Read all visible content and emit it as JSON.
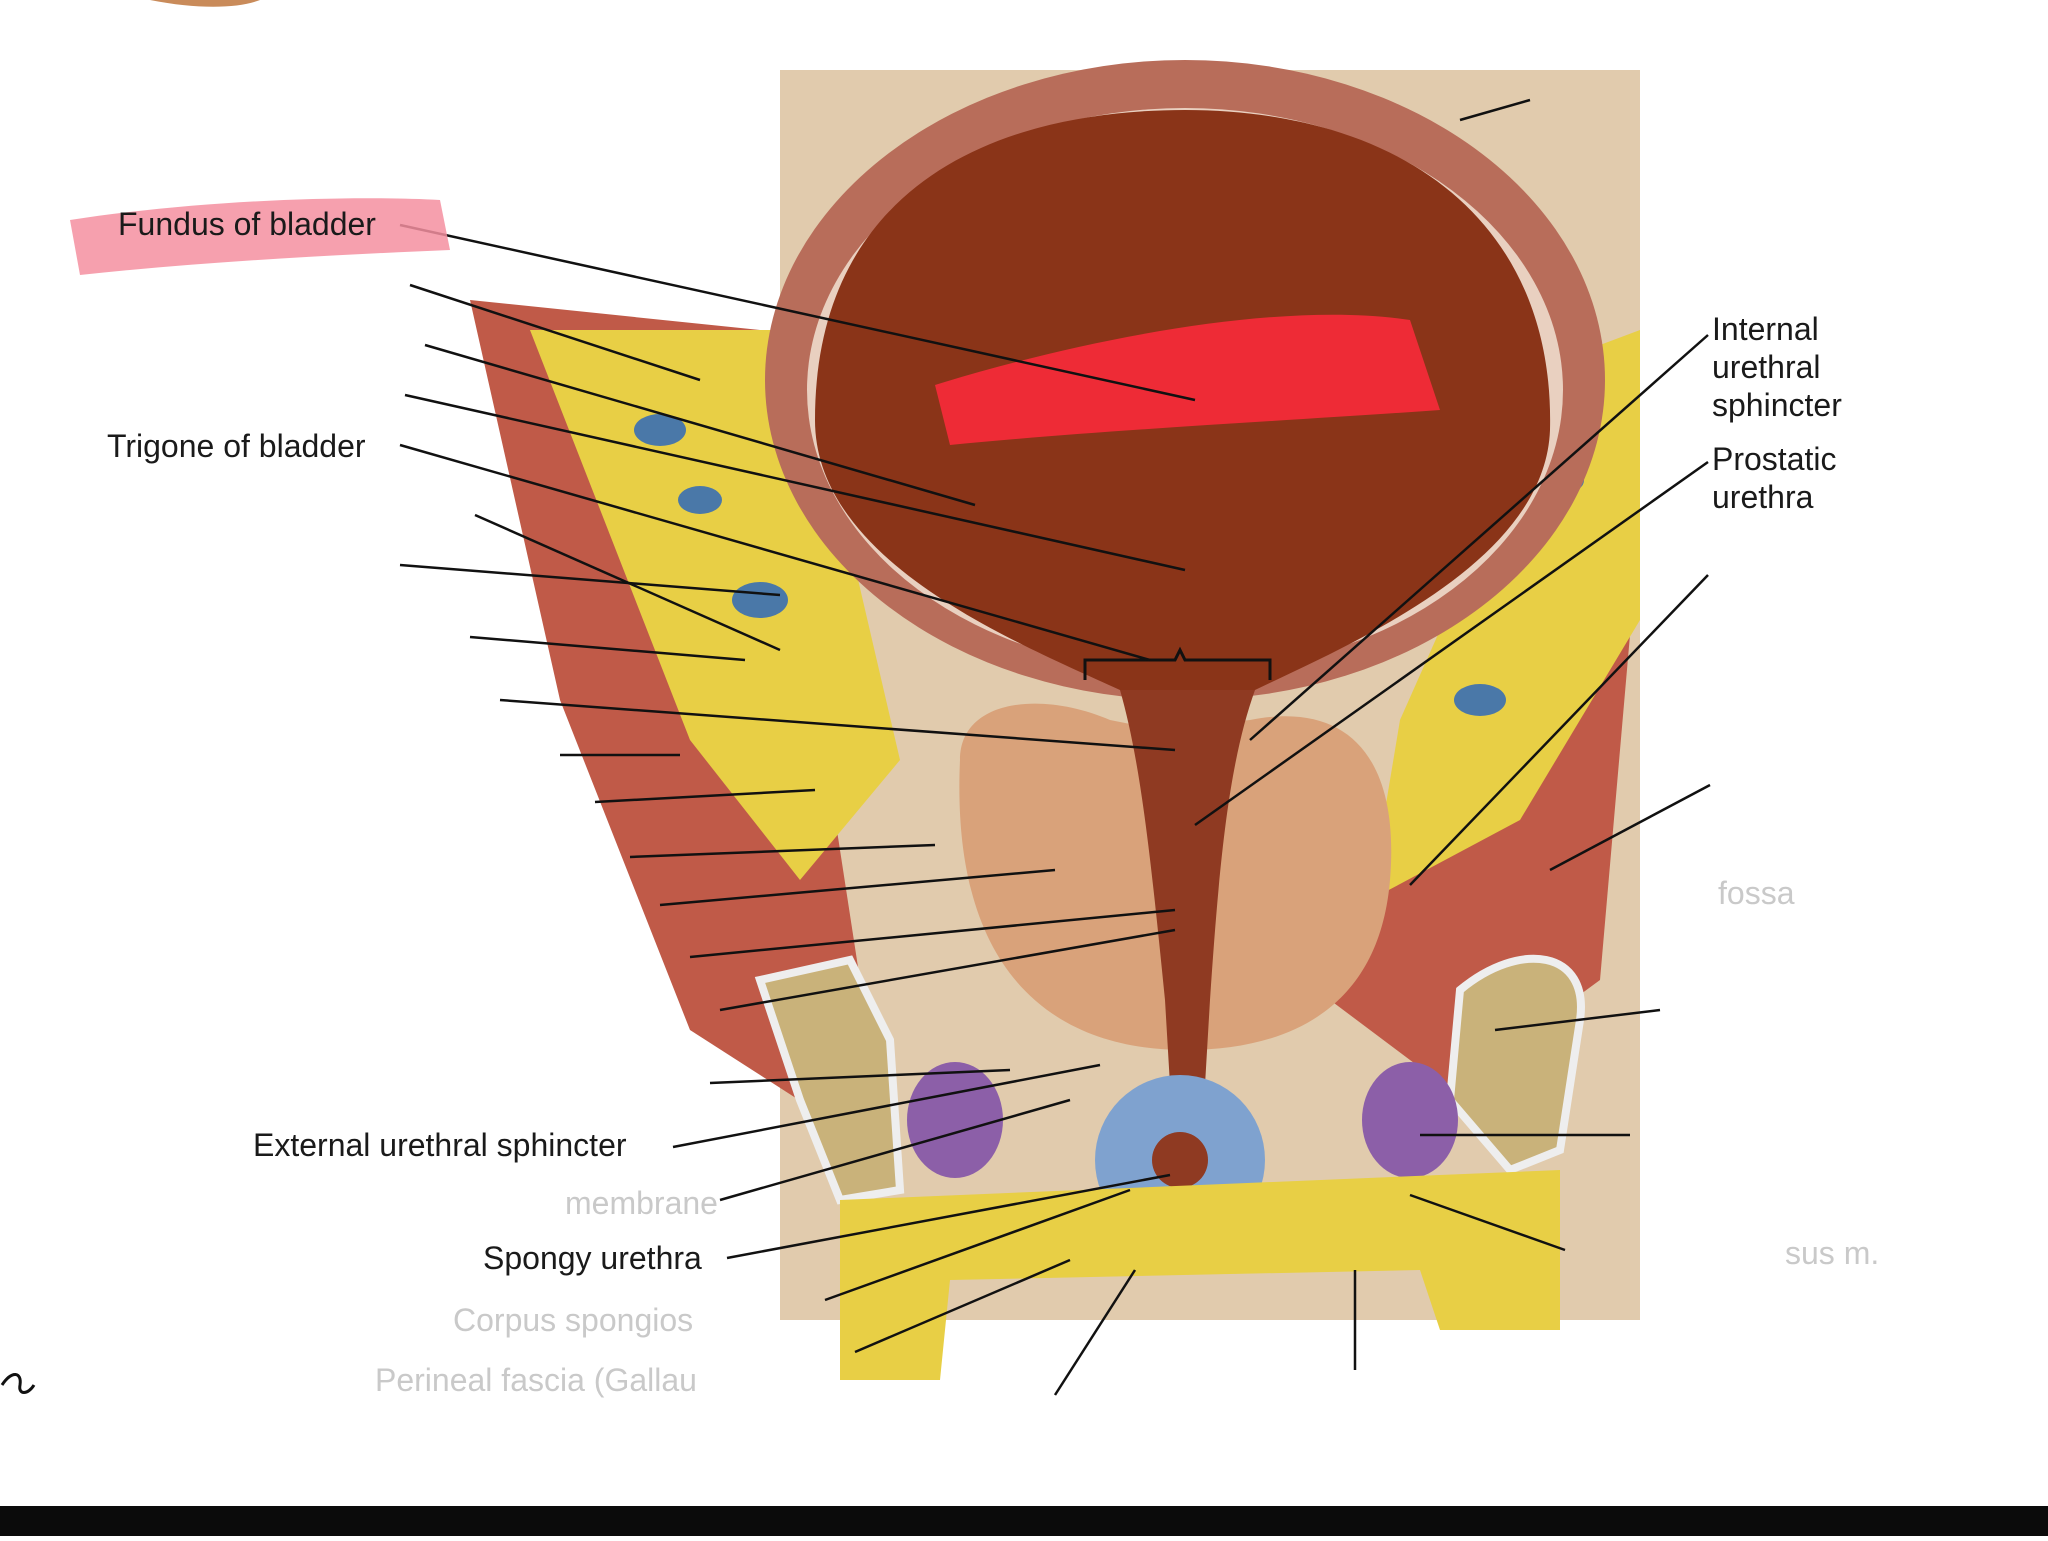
{
  "labels": {
    "fundus": "Fundus of bladder",
    "trigone": "Trigone of bladder",
    "internal_sphincter": "Internal\nurethral\nsphincter",
    "prostatic_urethra": "Prostatic\nurethra",
    "external_sphincter": "External urethral sphincter",
    "spongy_urethra": "Spongy urethra"
  },
  "faded_labels": {
    "perineal_membrane": "membrane",
    "corpus_spongiosum": "Corpus spongios",
    "perineal_fascia": "Perineal fascia (Gallau",
    "sus_m": "sus m.",
    "fossa": "fossa"
  },
  "colors": {
    "highlight_pink": "#f48fa0",
    "highlight_red": "#ff2a3c",
    "bladder_lumen": "#8a3418",
    "muscle": "#b8584a",
    "fat": "#e8cf45",
    "vein": "#4a78a8",
    "prostate": "#d9a27a",
    "bone": "#c9b27a",
    "spongiosum": "#7fa2cf",
    "ischiocav": "#8c5fa8"
  },
  "icons": {
    "signature": "signature-mark"
  }
}
